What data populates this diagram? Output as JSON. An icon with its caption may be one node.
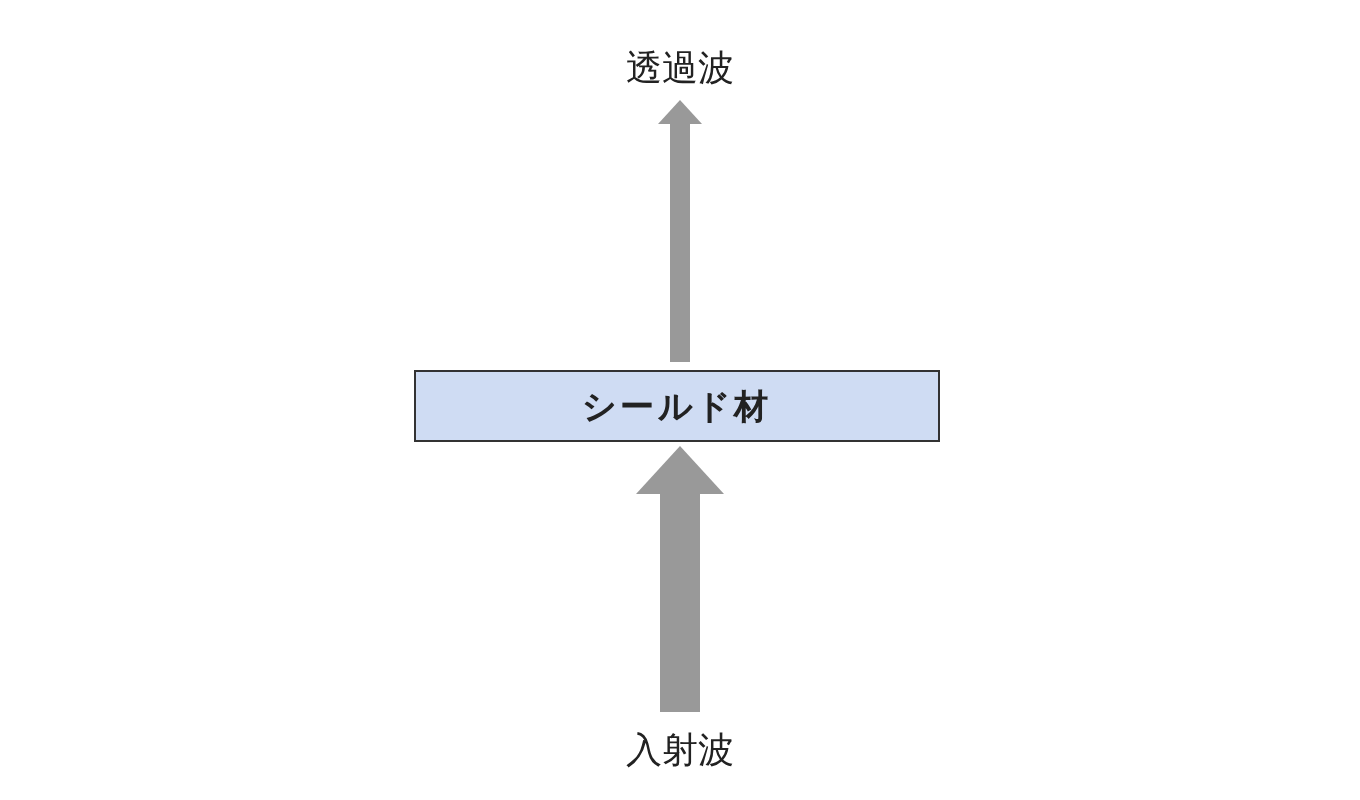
{
  "diagram": {
    "nodes": [
      {
        "text": [
          "透過波"
        ]
      },
      {
        "text": [
          "シールド材"
        ]
      },
      {
        "text": [
          "入射波"
        ]
      }
    ],
    "edges": [
      {
        "from": 2,
        "to": 1,
        "arrow": "to",
        "style": "thick"
      },
      {
        "from": 1,
        "to": 0,
        "arrow": "to"
      }
    ]
  }
}
